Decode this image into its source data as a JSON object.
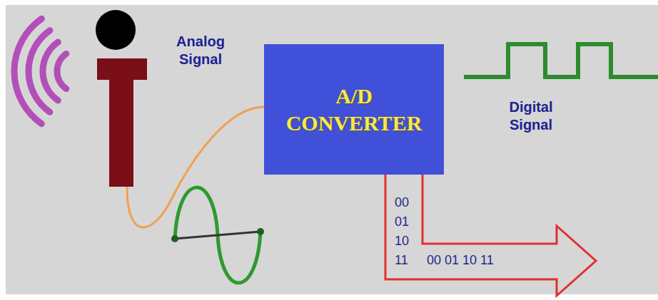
{
  "diagram": {
    "nodes": [
      {
        "text": [
          "A/D CONVERTER"
        ]
      },
      {
        "text": [
          "00 01 10 11",
          "00 01 10 11"
        ]
      }
    ],
    "labels": [
      "Analog Signal",
      "Digital Signal"
    ]
  }
}
